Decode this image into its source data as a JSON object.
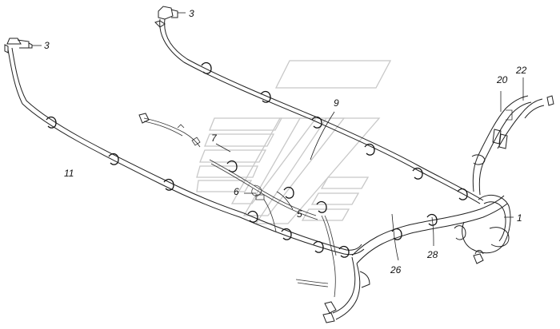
{
  "callouts": {
    "c1": "1",
    "c3a": "3",
    "c3b": "3",
    "c5": "5",
    "c6": "6",
    "c7": "7",
    "c9": "9",
    "c11": "11",
    "c20": "20",
    "c22": "22",
    "c26": "26",
    "c28": "28"
  },
  "colors": {
    "line": "#222222",
    "watermark": "#c8c8c8",
    "background": "#ffffff"
  }
}
